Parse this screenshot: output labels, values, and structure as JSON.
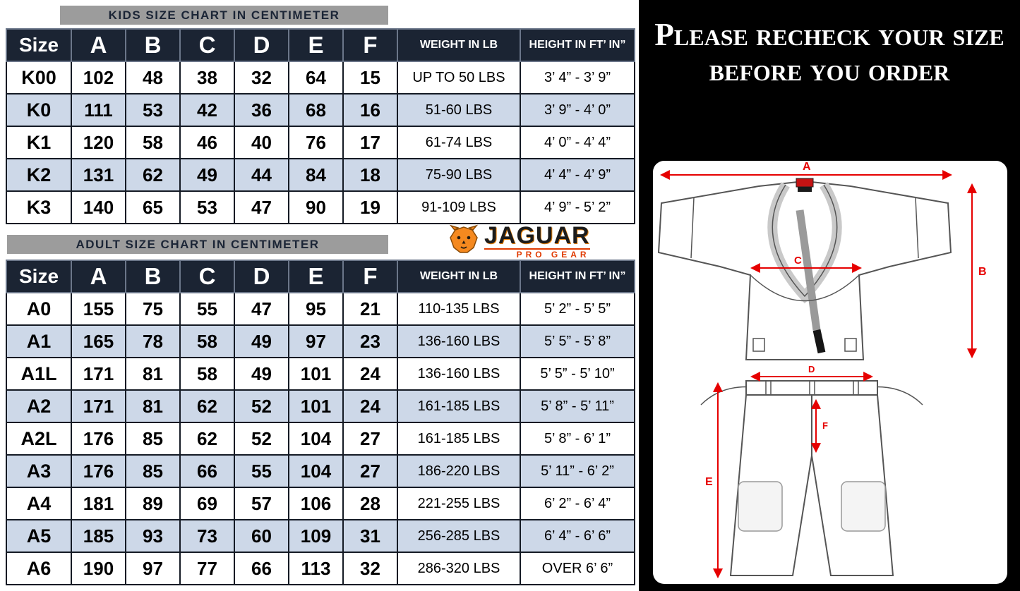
{
  "colors": {
    "table_header_bg": "#1b2433",
    "row_alt": "#cdd8e8",
    "title_bar_bg": "#9c9c9c",
    "accent_red": "#e60000",
    "panel_bg": "#000000",
    "logo_orange": "#f5891f",
    "logo_red": "#e03a00"
  },
  "kids_chart": {
    "title": "KIDS SIZE CHART IN CENTIMETER",
    "columns": [
      "Size",
      "A",
      "B",
      "C",
      "D",
      "E",
      "F"
    ],
    "weight_header": "WEIGHT IN LB",
    "height_header": "HEIGHT IN FT’ IN”",
    "rows": [
      {
        "size": "K00",
        "values": [
          "102",
          "48",
          "38",
          "32",
          "64",
          "15"
        ],
        "weight": "UP TO 50 LBS",
        "height": "3’ 4” - 3’ 9”"
      },
      {
        "size": "K0",
        "values": [
          "111",
          "53",
          "42",
          "36",
          "68",
          "16"
        ],
        "weight": "51-60 LBS",
        "height": "3’ 9” - 4’ 0”"
      },
      {
        "size": "K1",
        "values": [
          "120",
          "58",
          "46",
          "40",
          "76",
          "17"
        ],
        "weight": "61-74 LBS",
        "height": "4’ 0” - 4’ 4”"
      },
      {
        "size": "K2",
        "values": [
          "131",
          "62",
          "49",
          "44",
          "84",
          "18"
        ],
        "weight": "75-90 LBS",
        "height": "4’ 4” - 4’ 9”"
      },
      {
        "size": "K3",
        "values": [
          "140",
          "65",
          "53",
          "47",
          "90",
          "19"
        ],
        "weight": "91-109 LBS",
        "height": "4’ 9” - 5’ 2”"
      }
    ]
  },
  "adult_chart": {
    "title": "ADULT SIZE CHART IN CENTIMETER",
    "columns": [
      "Size",
      "A",
      "B",
      "C",
      "D",
      "E",
      "F"
    ],
    "weight_header": "WEIGHT IN LB",
    "height_header": "HEIGHT IN FT’ IN”",
    "rows": [
      {
        "size": "A0",
        "values": [
          "155",
          "75",
          "55",
          "47",
          "95",
          "21"
        ],
        "weight": "110-135 LBS",
        "height": "5’ 2” - 5’ 5”"
      },
      {
        "size": "A1",
        "values": [
          "165",
          "78",
          "58",
          "49",
          "97",
          "23"
        ],
        "weight": "136-160 LBS",
        "height": "5’ 5” - 5’ 8”"
      },
      {
        "size": "A1L",
        "values": [
          "171",
          "81",
          "58",
          "49",
          "101",
          "24"
        ],
        "weight": "136-160 LBS",
        "height": "5’ 5” - 5’ 10”"
      },
      {
        "size": "A2",
        "values": [
          "171",
          "81",
          "62",
          "52",
          "101",
          "24"
        ],
        "weight": "161-185 LBS",
        "height": "5’ 8” - 5’ 11”"
      },
      {
        "size": "A2L",
        "values": [
          "176",
          "85",
          "62",
          "52",
          "104",
          "27"
        ],
        "weight": "161-185 LBS",
        "height": "5’ 8” - 6’ 1”"
      },
      {
        "size": "A3",
        "values": [
          "176",
          "85",
          "66",
          "55",
          "104",
          "27"
        ],
        "weight": "186-220 LBS",
        "height": "5’ 11” - 6’ 2”"
      },
      {
        "size": "A4",
        "values": [
          "181",
          "89",
          "69",
          "57",
          "106",
          "28"
        ],
        "weight": "221-255 LBS",
        "height": "6’ 2” - 6’ 4”"
      },
      {
        "size": "A5",
        "values": [
          "185",
          "93",
          "73",
          "60",
          "109",
          "31"
        ],
        "weight": "256-285 LBS",
        "height": "6’ 4” - 6’ 6”"
      },
      {
        "size": "A6",
        "values": [
          "190",
          "97",
          "77",
          "66",
          "113",
          "32"
        ],
        "weight": "286-320 LBS",
        "height": "OVER 6’ 6”"
      }
    ]
  },
  "logo": {
    "name": "JAGUAR",
    "tagline": "PRO GEAR"
  },
  "right_panel": {
    "message_line1": "Please recheck your size",
    "message_line2": "before you order",
    "diagram_labels": [
      "A",
      "B",
      "C",
      "D",
      "E",
      "F"
    ]
  }
}
